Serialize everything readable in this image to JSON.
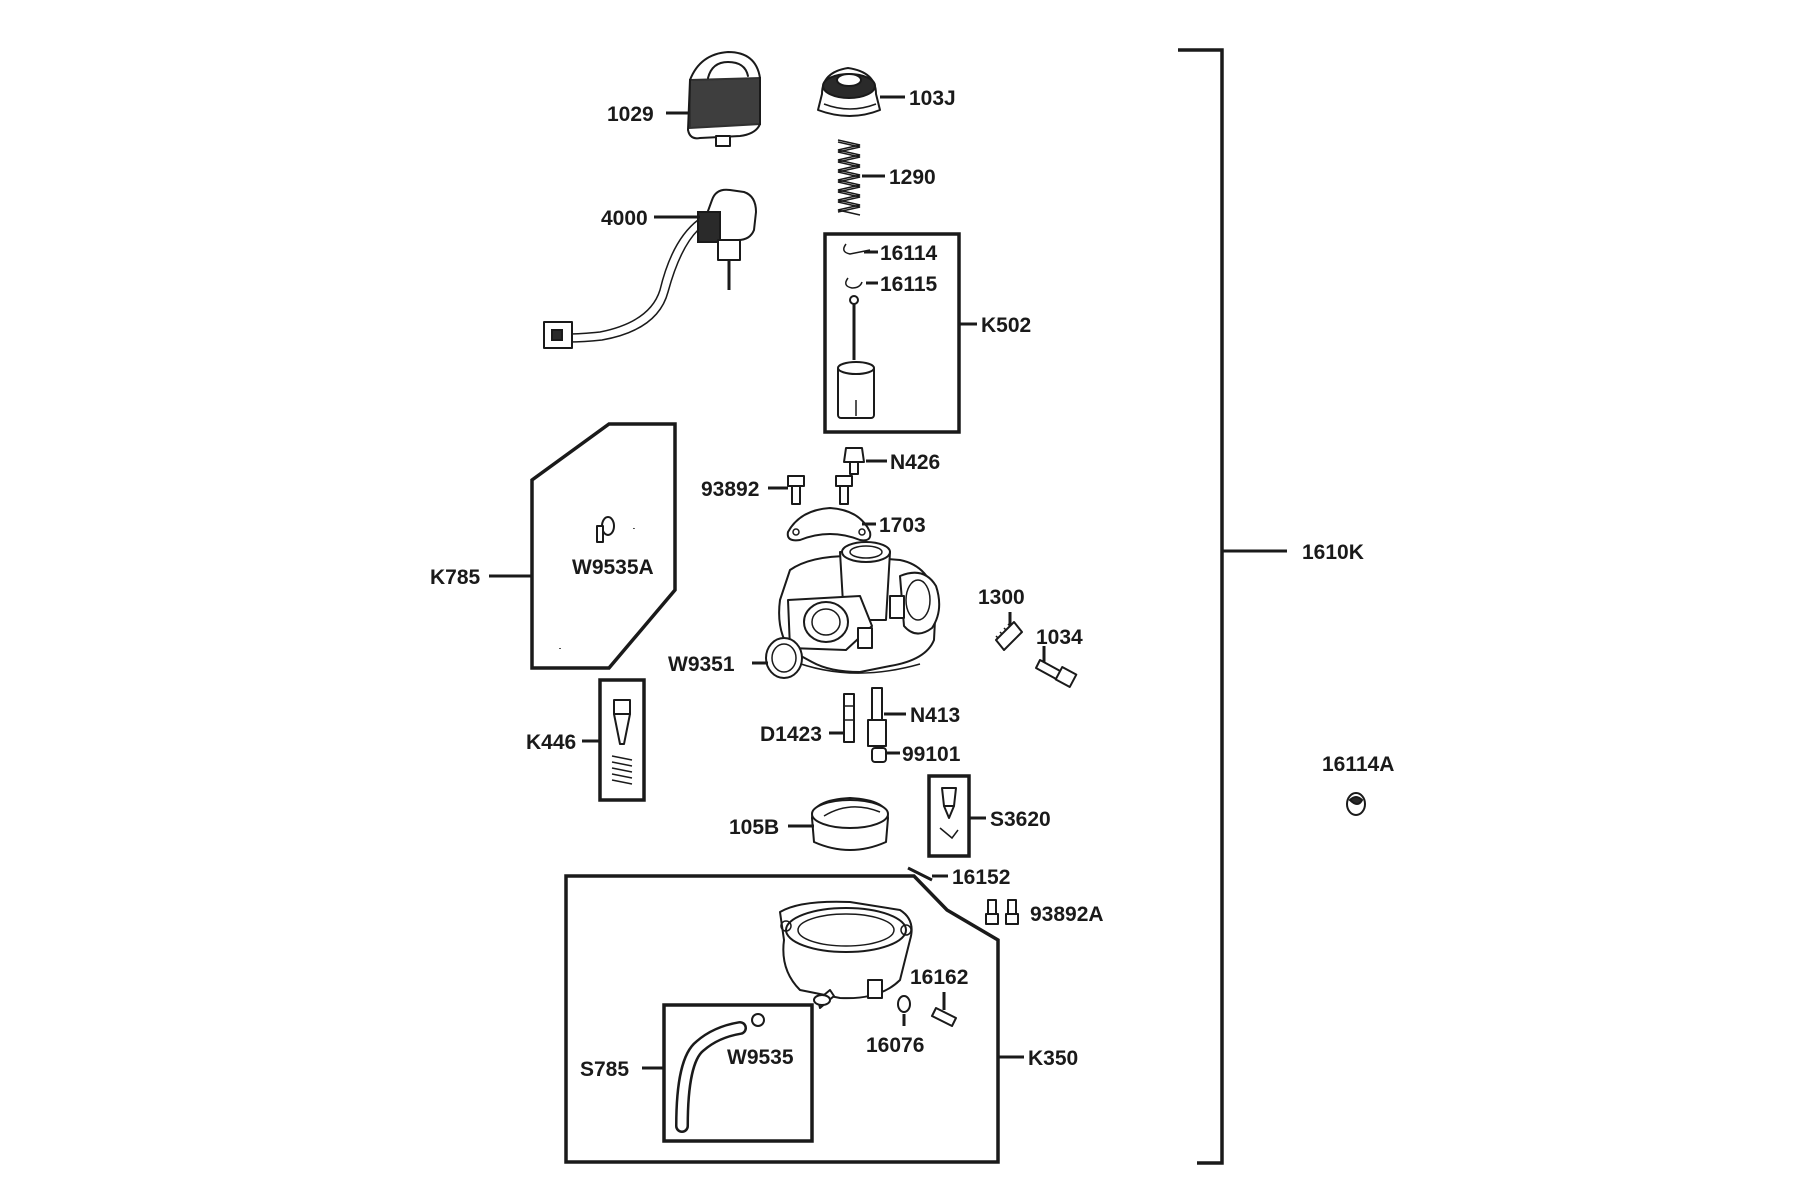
{
  "labels": {
    "p1029": "1029",
    "p103J": "103J",
    "p1290": "1290",
    "p4000": "4000",
    "p16114": "16114",
    "p16115": "16115",
    "pK502": "K502",
    "pN426": "N426",
    "p93892": "93892",
    "p1703": "1703",
    "pK785": "K785",
    "pW9535A": "W9535A",
    "p1610K": "1610K",
    "p1300": "1300",
    "p1034": "1034",
    "pW9351": "W9351",
    "pN413": "N413",
    "pD1423": "D1423",
    "pK446": "K446",
    "p99101": "99101",
    "p16114A": "16114A",
    "p105B": "105B",
    "pS3620": "S3620",
    "p16152": "16152",
    "p93892A": "93892A",
    "p16162": "16162",
    "p16076": "16076",
    "pK350": "K350",
    "pS785": "S785",
    "pW9535": "W9535"
  }
}
